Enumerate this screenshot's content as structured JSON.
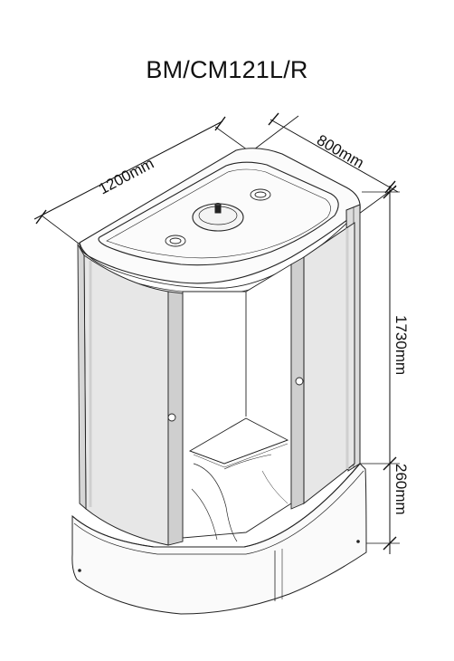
{
  "title": "BM/CM121L/R",
  "dimensions": {
    "length": "1200mm",
    "depth": "800mm",
    "cabin_height": "1730mm",
    "tray_height": "260mm"
  },
  "colors": {
    "line": "#222222",
    "glass": "#e9e9e9",
    "glass_edge": "#d0d0d0",
    "frame": "#cfcfcf"
  }
}
